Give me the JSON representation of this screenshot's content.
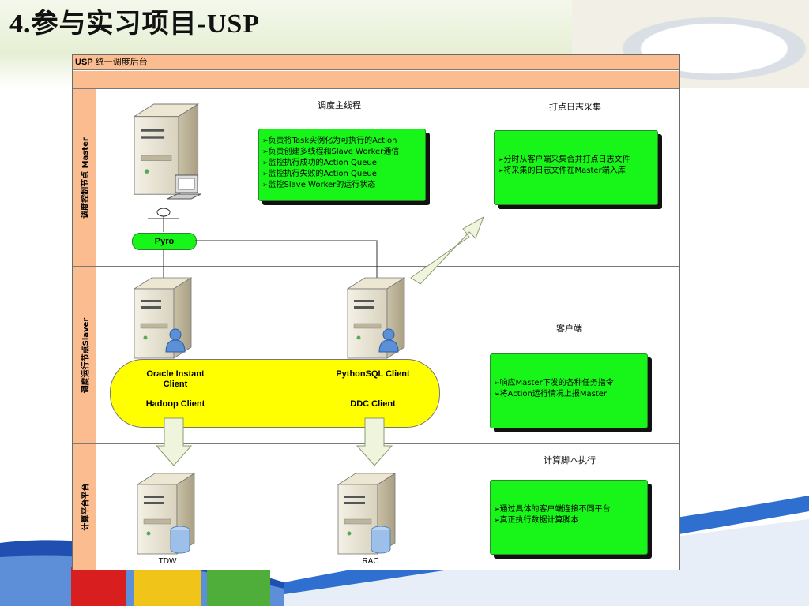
{
  "slide": {
    "title": "4.参与实习项目-USP"
  },
  "diagram": {
    "header": {
      "prefix": "USP",
      "title": "统一调度后台"
    },
    "lanes": [
      {
        "label": "调度控制节点 Master"
      },
      {
        "label": "调度运行节点Slaver"
      },
      {
        "label": "计算平台平台"
      }
    ],
    "master": {
      "dispatch_caption": "调度主线程",
      "dispatch_items": [
        "负责将Task实例化为可执行的Action",
        "负责创建多线程和Slave Worker通信",
        "监控执行成功的Action Queue",
        "监控执行失败的Action Queue",
        "监控Slave Worker的运行状态"
      ],
      "log_caption": "打点日志采集",
      "log_items": [
        "分时从客户端采集合并打点日志文件",
        "将采集的日志文件在Master端入库"
      ],
      "pyro_label": "Pyro"
    },
    "slaver": {
      "client_caption": "客户端",
      "clients": {
        "left_top": "Oracle Instant Client",
        "left_bottom": "Hadoop Client",
        "right_top": "PythonSQL Client",
        "right_bottom": "DDC Client"
      },
      "client_items": [
        "响应Master下发的各种任务指令",
        "将Action运行情况上报Master"
      ]
    },
    "platform": {
      "exec_caption": "计算脚本执行",
      "exec_items": [
        "通过具体的客户端连接不同平台",
        "真正执行数据计算脚本"
      ],
      "servers": [
        "TDW",
        "RAC"
      ]
    }
  },
  "colors": {
    "lane_fill": "#fbbd8f",
    "box_green": "#18f518",
    "client_yellow": "#ffff00",
    "arrow_fill": "#eef5dc"
  }
}
